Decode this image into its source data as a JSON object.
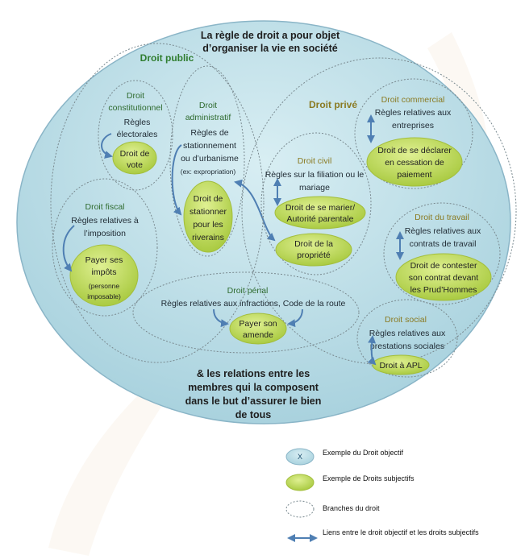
{
  "title_lines": [
    "La règle de droit a pour objet",
    "d’organiser la vie en société"
  ],
  "bottom_lines": [
    "& les relations entre les",
    "membres qui la composent",
    "dans le but d’assurer le bien",
    "de tous"
  ],
  "droit_public": {
    "label": "Droit public",
    "constitutionnel": {
      "title": [
        "Droit",
        "constitutionnel"
      ],
      "rules": [
        "Règles",
        "électorales"
      ],
      "right": [
        "Droit de",
        "vote"
      ]
    },
    "administratif": {
      "title": [
        "Droit",
        "administratif"
      ],
      "rules": [
        "Règles de",
        "stationnement",
        "ou d’urbanisme"
      ],
      "example": "(ex: expropriation)",
      "right": [
        "Droit de",
        "stationner",
        "pour les",
        "riverains"
      ]
    },
    "fiscal": {
      "title": "Droit fiscal",
      "rules": [
        "Règles relatives à",
        "l’imposition"
      ],
      "right": [
        "Payer ses",
        "impôts"
      ],
      "right_note": [
        "(personne",
        "imposable)"
      ]
    },
    "penal": {
      "title": "Droit pénal",
      "rules": "Règles relatives aux infractions, Code de la route",
      "right": [
        "Payer son",
        "amende"
      ]
    }
  },
  "droit_prive": {
    "label": "Droit privé",
    "civil": {
      "title": "Droit civil",
      "rules": [
        "Règles sur la filiation ou le",
        "mariage"
      ],
      "right1": [
        "Droit de se marier/",
        "Autorité parentale"
      ],
      "right2": [
        "Droit de la",
        "propriété"
      ]
    },
    "commercial": {
      "title": "Droit commercial",
      "rules": [
        "Règles relatives aux",
        "entreprises"
      ],
      "right": [
        "Droit de se déclarer",
        "en cessation de",
        "paiement"
      ]
    },
    "travail": {
      "title": "Droit du travail",
      "rules": [
        "Règles relatives aux",
        "contrats de travail"
      ],
      "right": [
        "Droit de contester",
        "son contrat devant",
        "les Prud’Hommes"
      ]
    },
    "social": {
      "title": "Droit social",
      "rules": [
        "Règles relatives aux",
        "prestations sociales"
      ],
      "right": "Droit à APL"
    }
  },
  "legend": {
    "items": [
      {
        "symbol": "X",
        "text": "Exemple du Droit objectif"
      },
      {
        "symbol": "",
        "text": "Exemple de Droits subjectifs"
      },
      {
        "symbol": "",
        "text": "Branches du droit"
      },
      {
        "symbol": "",
        "text": "Liens entre le droit objectif et les droits subjectifs"
      }
    ]
  },
  "colors": {
    "blue_fill": "#c2e2ea",
    "blue_stroke": "#8ab5c7",
    "green_fill": "#c3dc5e",
    "green_stroke": "#a3be3c",
    "arrow": "#4f7fb3",
    "dotted": "#7a8a90"
  }
}
